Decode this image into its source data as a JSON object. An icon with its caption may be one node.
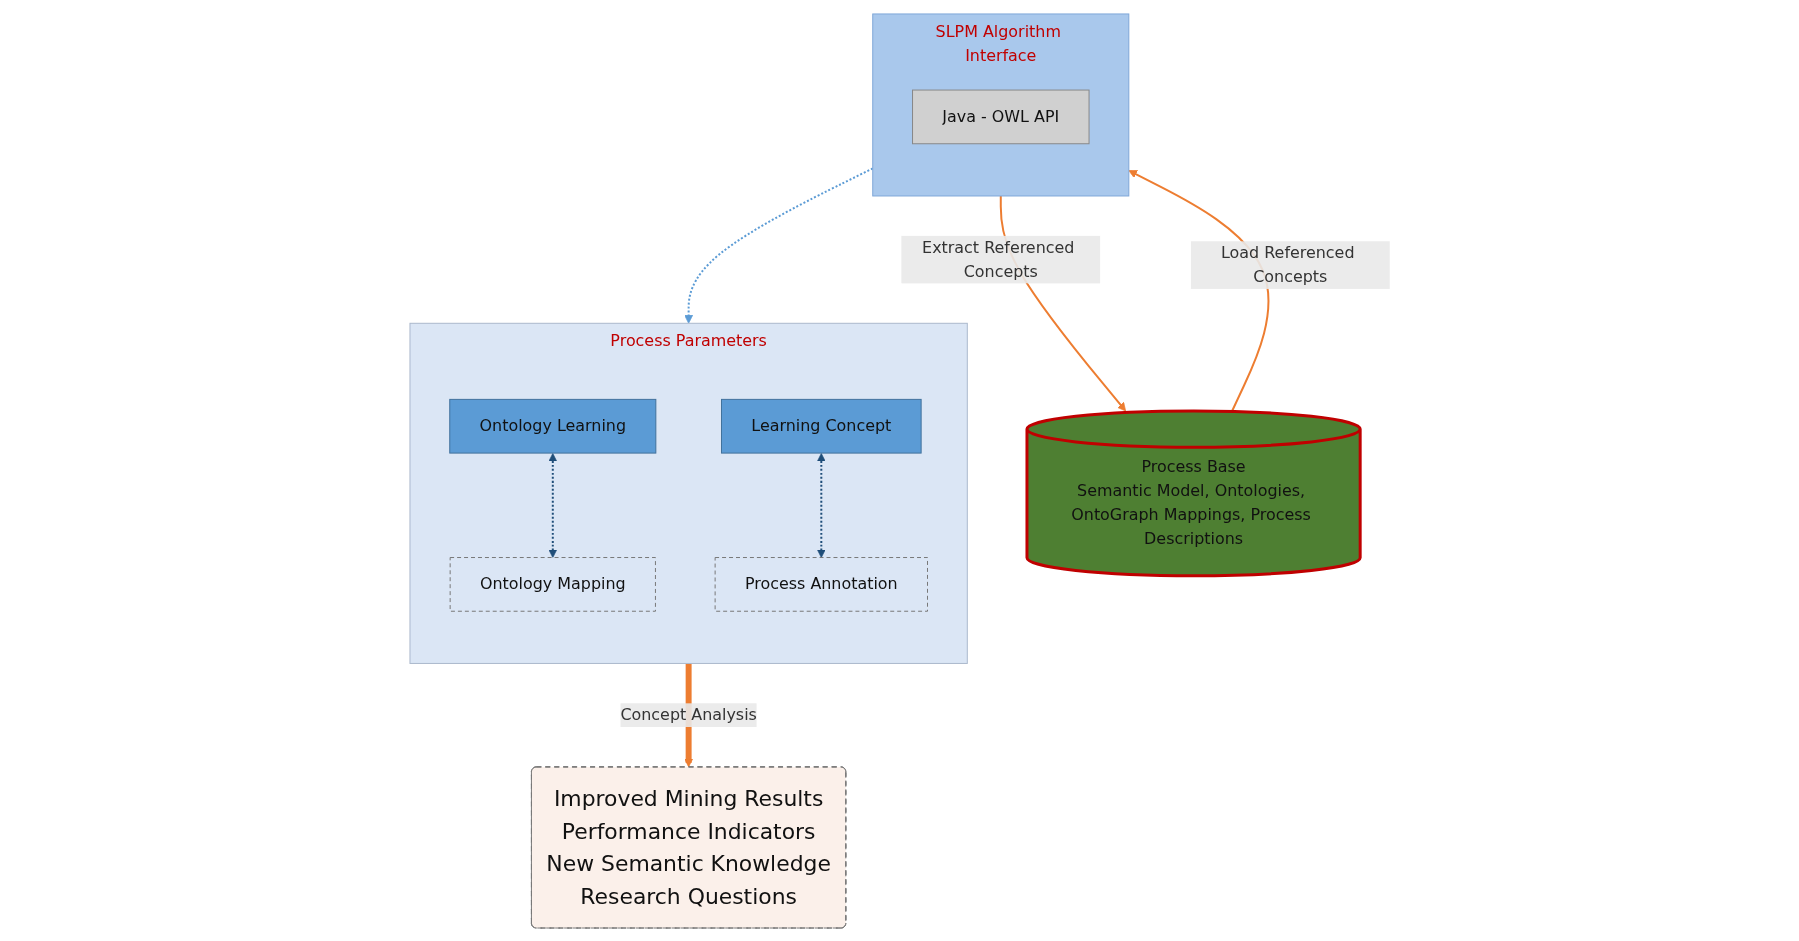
{
  "diagram": {
    "nodes": [
      {
        "text": [
          "Process Base",
          "Semantic Model, Ontologies, OntoGraph Mappings, Process Descriptions"
        ]
      },
      {
        "text": [
          "SLPM Algorithm Interface"
        ]
      },
      {
        "text": [
          "Java - OWL API"
        ],
        "in": 1
      },
      {
        "text": [
          "Process Parameters"
        ]
      },
      {
        "text": [
          "Ontology Learning"
        ],
        "in": 3
      },
      {
        "text": [
          "Learning Concept"
        ],
        "in": 3
      },
      {
        "text": [
          "Ontology Mapping"
        ],
        "in": 3
      },
      {
        "text": [
          "Process Annotation"
        ],
        "in": 3
      },
      {
        "text": [
          "Improved Mining Results",
          "Performance Indicators",
          "New Semantic Knowledge",
          "Research Questions"
        ]
      }
    ],
    "edges": [
      {
        "from": 1,
        "to": 0,
        "arrow": "to",
        "label": "Extract Referenced Concepts",
        "color": "#ed7d31"
      },
      {
        "from": 0,
        "to": 1,
        "arrow": "to",
        "label": "Load Referenced Concepts",
        "color": "#ed7d31"
      },
      {
        "from": 1,
        "to": 3,
        "arrow": "to",
        "style": "dashed",
        "color": "#5b9bd5"
      },
      {
        "from": 4,
        "to": 6,
        "arrow": "both",
        "style": "dashed",
        "color": "#1f4e79"
      },
      {
        "from": 5,
        "to": 7,
        "arrow": "both",
        "style": "dashed",
        "color": "#1f4e79"
      },
      {
        "from": 3,
        "to": 8,
        "arrow": "to",
        "label": "Concept Analysis",
        "style": "thick",
        "color": "#ed7d31"
      }
    ]
  }
}
